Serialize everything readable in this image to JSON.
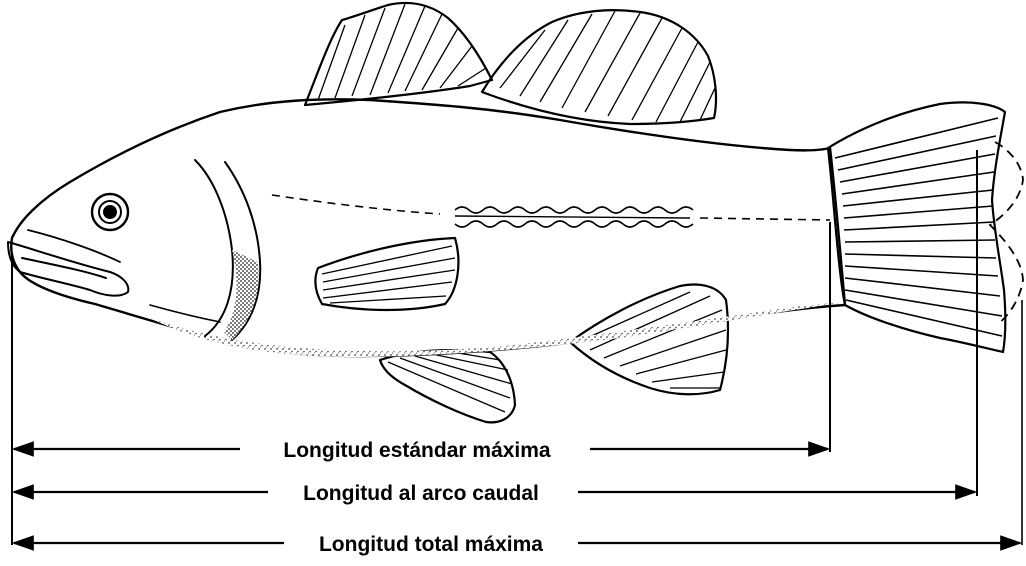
{
  "measurements": {
    "standard_length": {
      "label": "Longitud estándar máxima"
    },
    "fork_length": {
      "label": "Longitud al arco caudal"
    },
    "total_length": {
      "label": "Longitud total máxima"
    }
  },
  "colors": {
    "ink": "#000000",
    "background": "#ffffff",
    "stipple": "#555555"
  }
}
